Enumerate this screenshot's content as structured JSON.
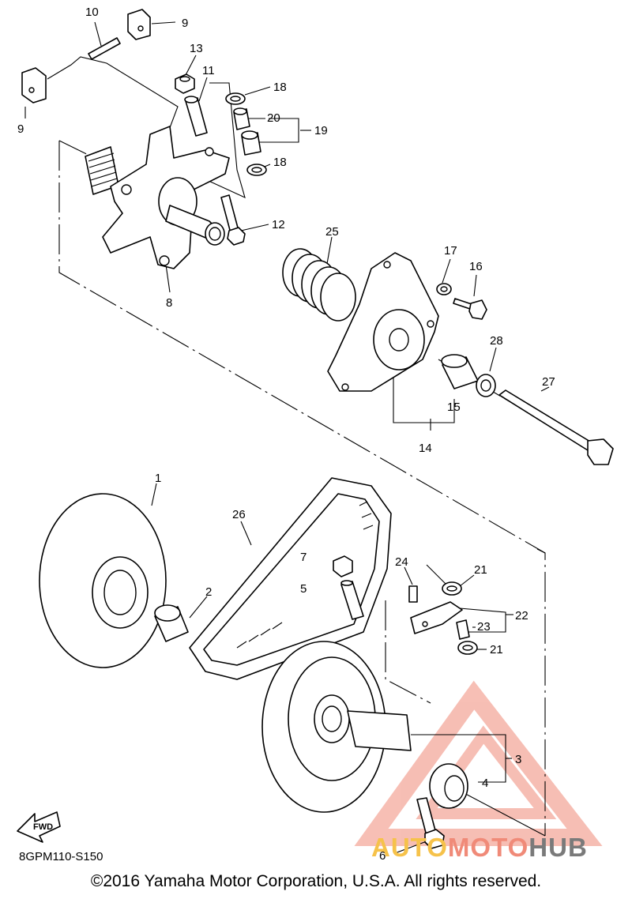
{
  "callouts": [
    "1",
    "2",
    "3",
    "4",
    "5",
    "6",
    "7",
    "8",
    "9",
    "9",
    "10",
    "11",
    "12",
    "13",
    "14",
    "15",
    "16",
    "17",
    "18",
    "18",
    "19",
    "20",
    "21",
    "21",
    "22",
    "23",
    "24",
    "25",
    "26",
    "27",
    "28"
  ],
  "fwd_label": "FWD",
  "diagram_code": "8GPM110-S150",
  "copyright": "©2016 Yamaha Motor Corporation, U.S.A. All rights reserved.",
  "watermark": {
    "part1": "AUTO",
    "part2": "MOTO",
    "part3": "HUB"
  },
  "colors": {
    "watermark_red": "#f08a78",
    "watermark_yellow": "#f6c24a",
    "watermark_gray": "#7a7a7a"
  }
}
